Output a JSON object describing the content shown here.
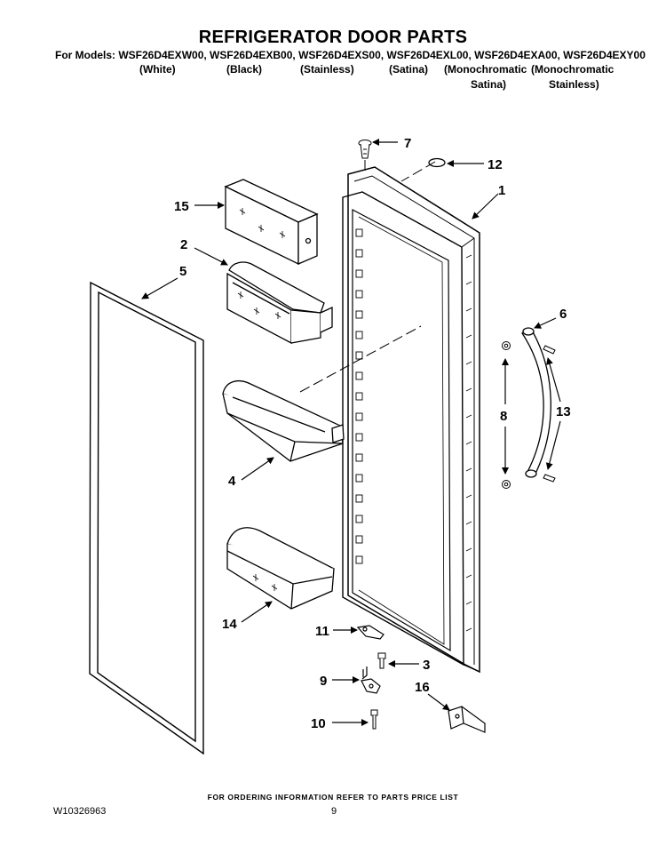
{
  "header": {
    "title": "REFRIGERATOR DOOR PARTS",
    "models_line": "For Models: WSF26D4EXW00, WSF26D4EXB00, WSF26D4EXS00, WSF26D4EXL00, WSF26D4EXA00, WSF26D4EXY00",
    "variants": [
      {
        "line1": "(White)",
        "line2": ""
      },
      {
        "line1": "(Black)",
        "line2": ""
      },
      {
        "line1": "(Stainless)",
        "line2": ""
      },
      {
        "line1": "(Satina)",
        "line2": ""
      },
      {
        "line1": "(Monochromatic",
        "line2": "Satina)"
      },
      {
        "line1": "(Monochromatic",
        "line2": "Stainless)"
      }
    ]
  },
  "callouts": {
    "p1": "1",
    "p2": "2",
    "p3": "3",
    "p4": "4",
    "p5": "5",
    "p6": "6",
    "p7": "7",
    "p8": "8",
    "p9": "9",
    "p10": "10",
    "p11": "11",
    "p12": "12",
    "p13": "13",
    "p14": "14",
    "p15": "15",
    "p16": "16"
  },
  "footer": {
    "ordering_note": "FOR ORDERING INFORMATION REFER TO PARTS PRICE LIST",
    "doc_number": "W10326963",
    "page_number": "9"
  }
}
